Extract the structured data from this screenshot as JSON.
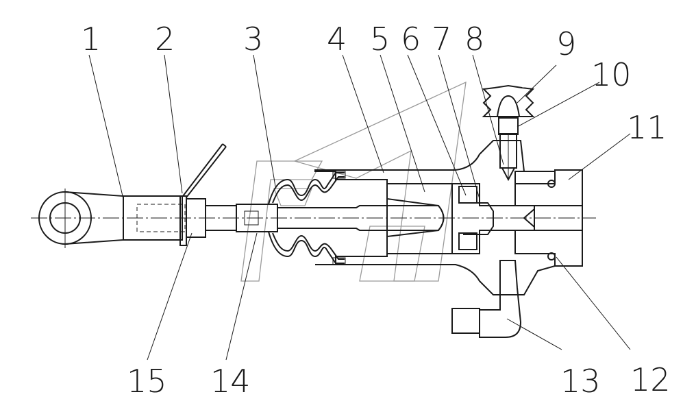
{
  "callouts": {
    "c1": "1",
    "c2": "2",
    "c3": "3",
    "c4": "4",
    "c5": "5",
    "c6": "6",
    "c7": "7",
    "c8": "8",
    "c9": "9",
    "c10": "10",
    "c11": "11",
    "c12": "12",
    "c13": "13",
    "c14": "14",
    "c15": "15"
  },
  "colors": {
    "ink": "#1a1a1a",
    "watermark": "#9a9a9a",
    "paper": "#ffffff"
  }
}
